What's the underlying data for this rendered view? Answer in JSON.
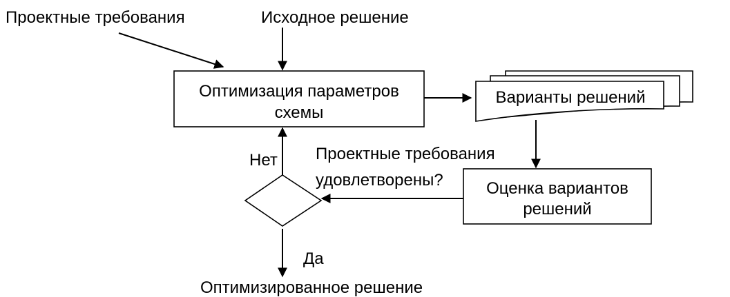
{
  "diagram": {
    "input_requirements": "Проектные требования",
    "input_initial": "Исходное решение",
    "optimization_line1": "Оптимизация параметров",
    "optimization_line2": "схемы",
    "variants": "Варианты решений",
    "question_line1": "Проектные требования",
    "question_line2": "удовлетворены?",
    "evaluation_line1": "Оценка вариантов",
    "evaluation_line2": "решений",
    "no_label": "Нет",
    "yes_label": "Да",
    "output": "Оптимизированное решение"
  },
  "colors": {
    "stroke": "#000000",
    "background": "#ffffff"
  }
}
